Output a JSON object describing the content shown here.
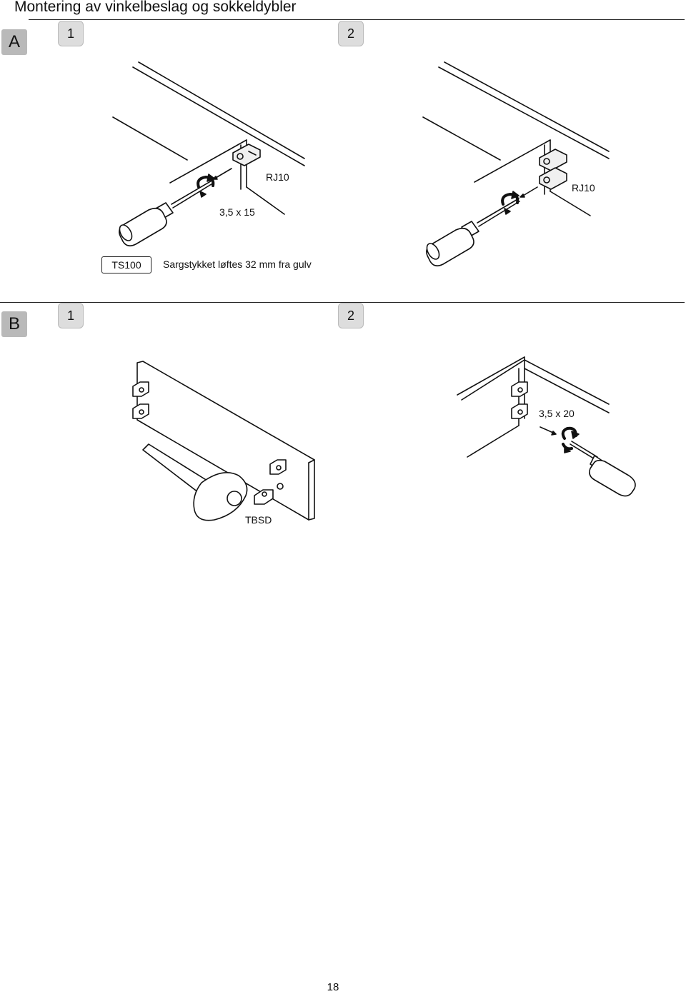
{
  "page": {
    "title": "Montering av vinkelbeslag og sokkeldybler",
    "page_number": "18"
  },
  "section_a": {
    "badge": "A",
    "steps": [
      "1",
      "2"
    ],
    "step1": {
      "bracket_code": "RJ10",
      "screw_size": "3,5 x 15"
    },
    "step2": {
      "bracket_code": "RJ10"
    },
    "part_code": "TS100",
    "note": "Sargstykket løftes 32 mm fra gulv"
  },
  "section_b": {
    "badge": "B",
    "steps": [
      "1",
      "2"
    ],
    "step1": {
      "part_code": "TBSD"
    },
    "step2": {
      "screw_size": "3,5 x 20"
    }
  }
}
